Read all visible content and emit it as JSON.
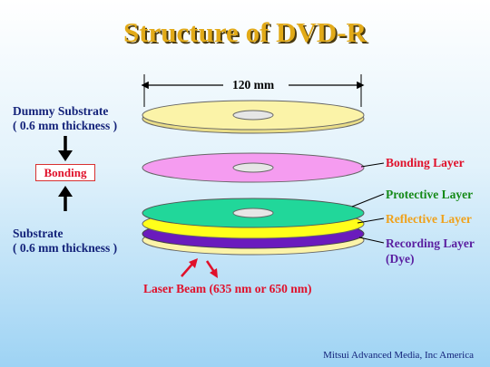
{
  "title": "Structure of DVD-R",
  "dimension_label": "120 mm",
  "left_labels": {
    "dummy_substrate": "Dummy Substrate",
    "dummy_thickness": "( 0.6 mm thickness )",
    "bonding": "Bonding",
    "substrate": "Substrate",
    "substrate_thickness": "( 0.6 mm thickness )"
  },
  "right_labels": {
    "bonding_layer": "Bonding Layer",
    "protective_layer": "Protective Layer",
    "reflective_layer": "Reflective Layer",
    "recording_layer": "Recording Layer",
    "recording_layer_note": "(Dye)"
  },
  "laser_beam": "Laser Beam (635 nm or 650 nm)",
  "footer": "Mitsui Advanced Media, Inc America",
  "colors": {
    "title": "#e2aa18",
    "dummy_substrate_disc": "#fbf3a8",
    "bonding_disc": "#f59cf0",
    "protective_disc": "#21d79a",
    "reflective_disc": "#ffff1a",
    "recording_disc": "#6a1bbd",
    "substrate_disc": "#fbf3a8",
    "laser_arrow": "#e0102a"
  }
}
